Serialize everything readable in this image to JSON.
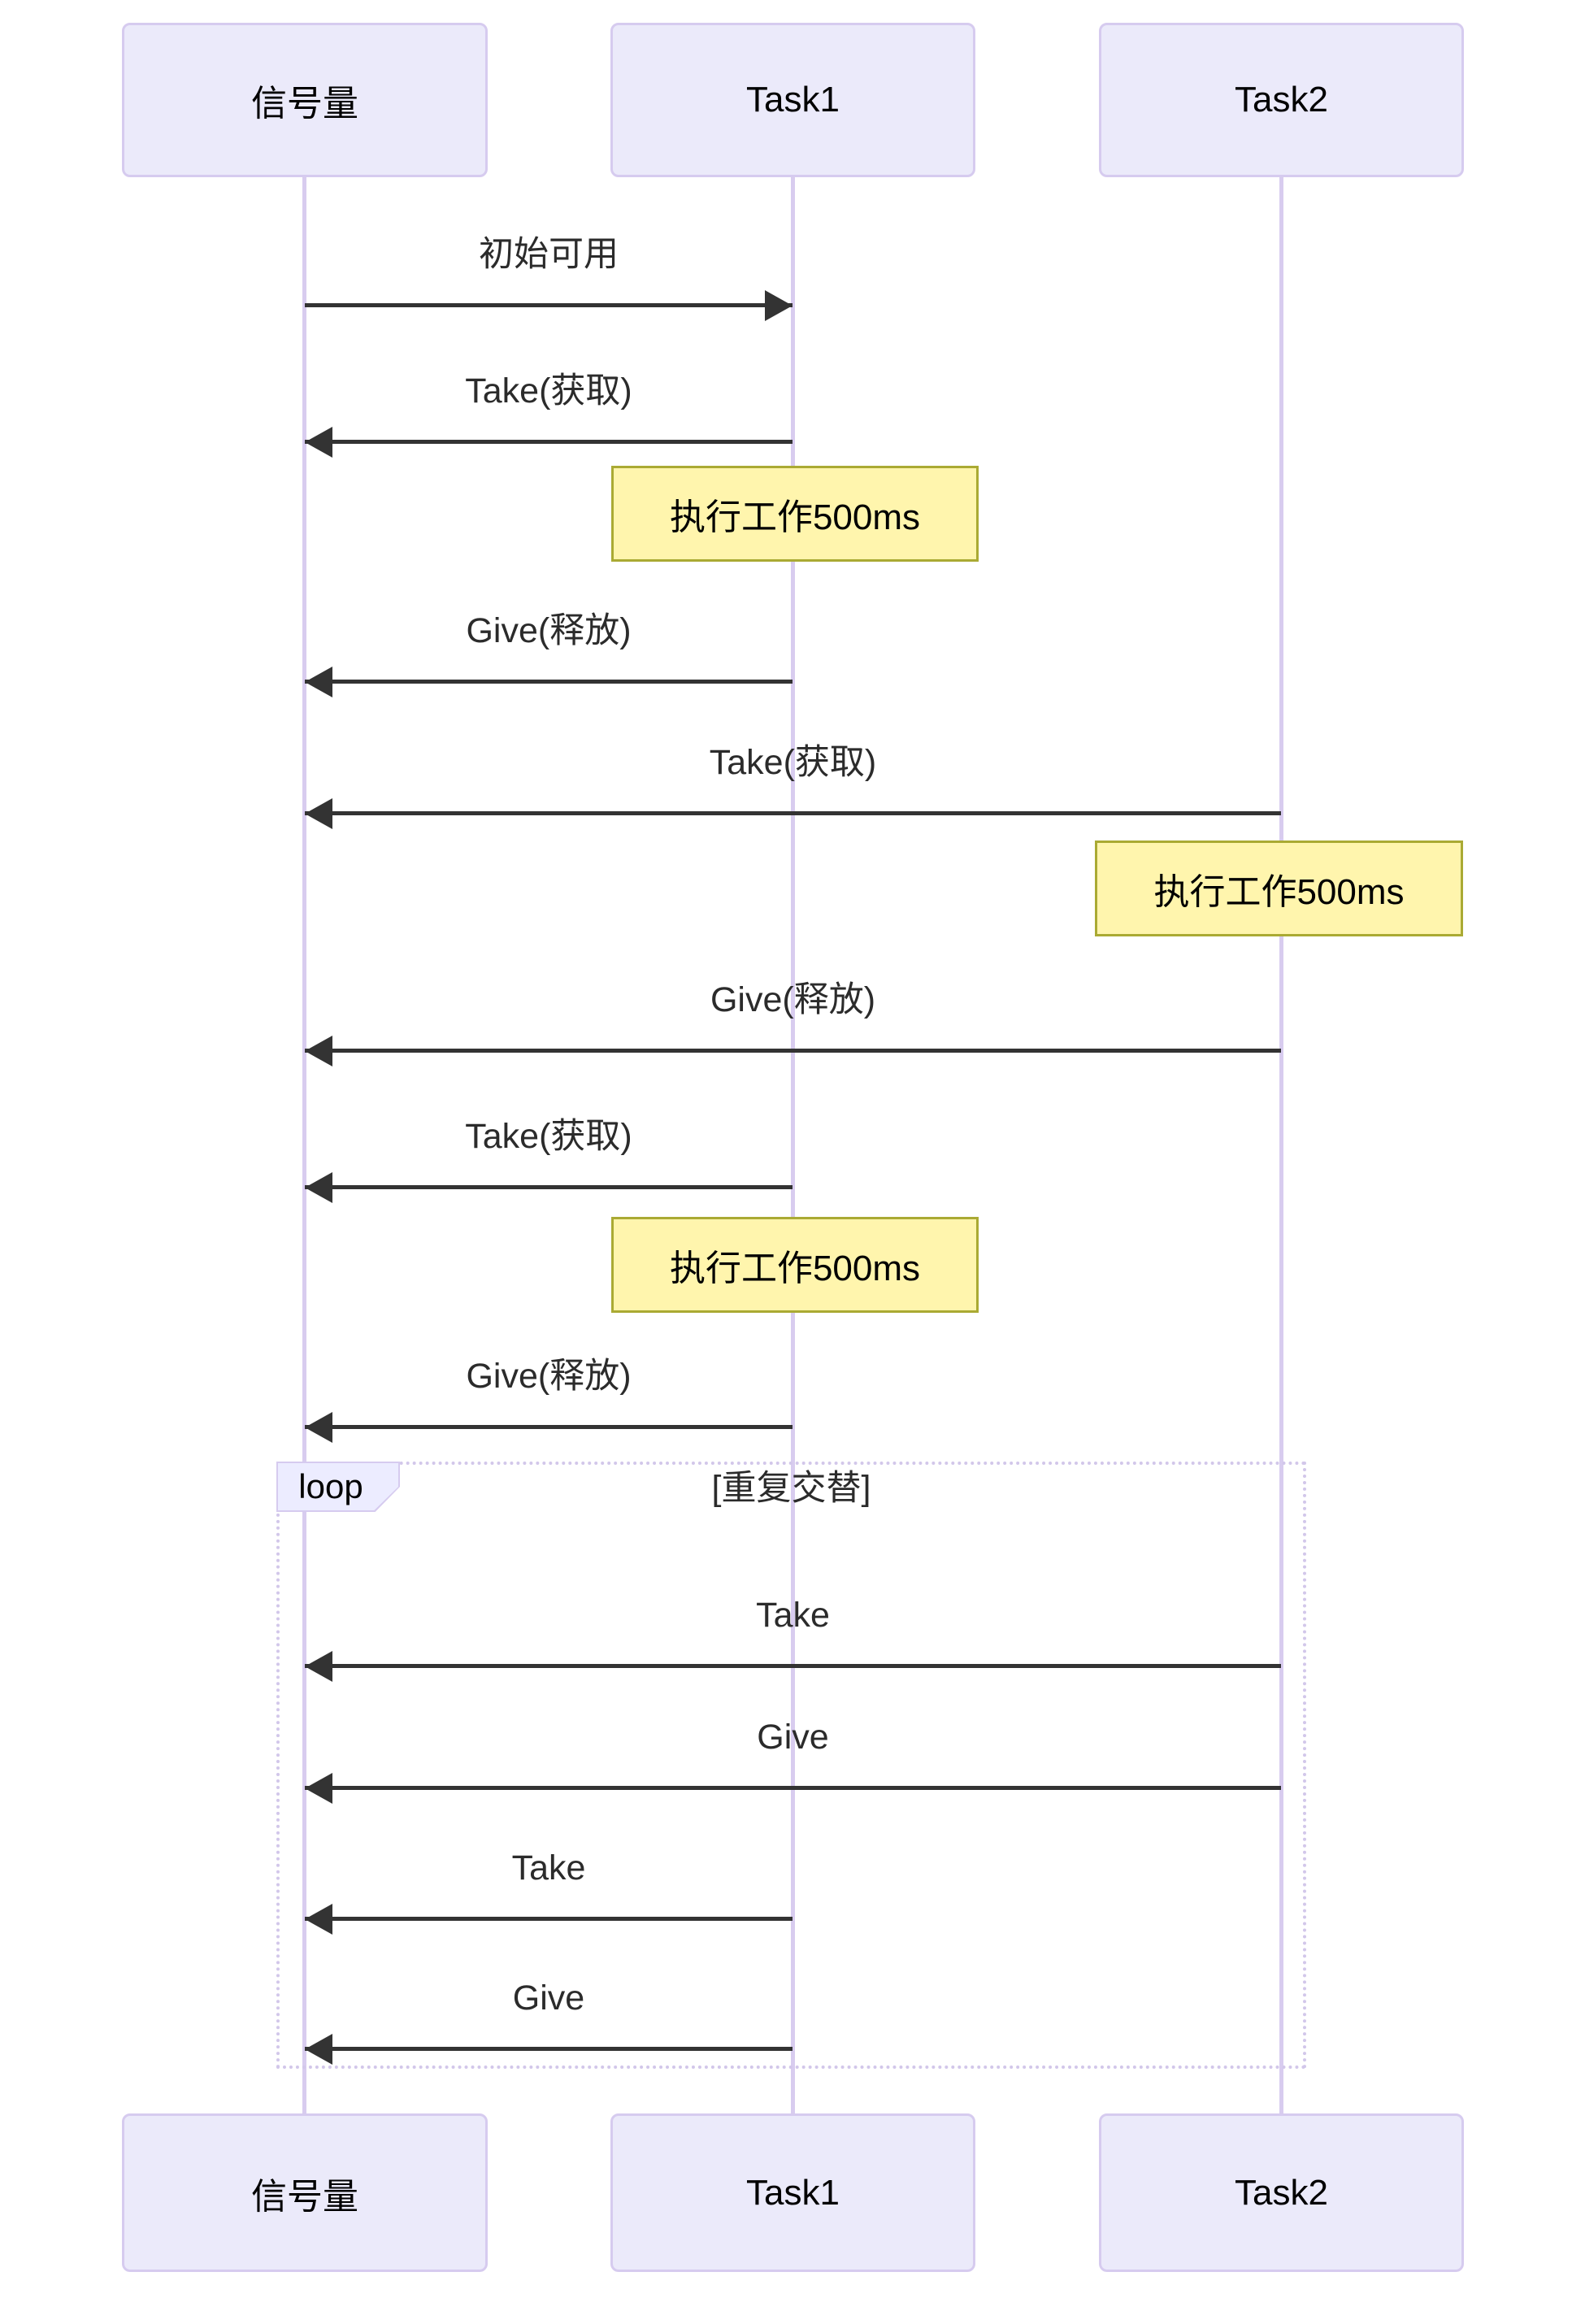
{
  "diagram_type": "sequence-diagram",
  "participants": [
    {
      "name": "信号量"
    },
    {
      "name": "Task1"
    },
    {
      "name": "Task2"
    }
  ],
  "messages": [
    {
      "from": "信号量",
      "to": "Task1",
      "label": "初始可用"
    },
    {
      "from": "Task1",
      "to": "信号量",
      "label": "Take(获取)"
    },
    {
      "from": "Task1",
      "to": "信号量",
      "label": "Give(释放)"
    },
    {
      "from": "Task2",
      "to": "信号量",
      "label": "Take(获取)"
    },
    {
      "from": "Task2",
      "to": "信号量",
      "label": "Give(释放)"
    },
    {
      "from": "Task1",
      "to": "信号量",
      "label": "Take(获取)"
    },
    {
      "from": "Task1",
      "to": "信号量",
      "label": "Give(释放)"
    }
  ],
  "notes": [
    {
      "over": "Task1",
      "label": "执行工作500ms"
    },
    {
      "over": "Task2",
      "label": "执行工作500ms"
    },
    {
      "over": "Task1",
      "label": "执行工作500ms"
    }
  ],
  "loop": {
    "label": "loop",
    "condition": "[重复交替]",
    "messages": [
      {
        "from": "Task2",
        "to": "信号量",
        "label": "Take"
      },
      {
        "from": "Task2",
        "to": "信号量",
        "label": "Give"
      },
      {
        "from": "Task1",
        "to": "信号量",
        "label": "Take"
      },
      {
        "from": "Task1",
        "to": "信号量",
        "label": "Give"
      }
    ]
  },
  "colors": {
    "actor_fill": "#EBEAFA",
    "actor_border": "#D6CBEF",
    "lifeline": "#D8CCEF",
    "note_fill": "#FFF5AD",
    "note_border": "#AAAA33",
    "arrow": "#333333",
    "loop_border": "#D2C7EA",
    "loop_tab_fill": "#ECECFF",
    "text": "#000000",
    "message_text": "#2B2B2B"
  }
}
